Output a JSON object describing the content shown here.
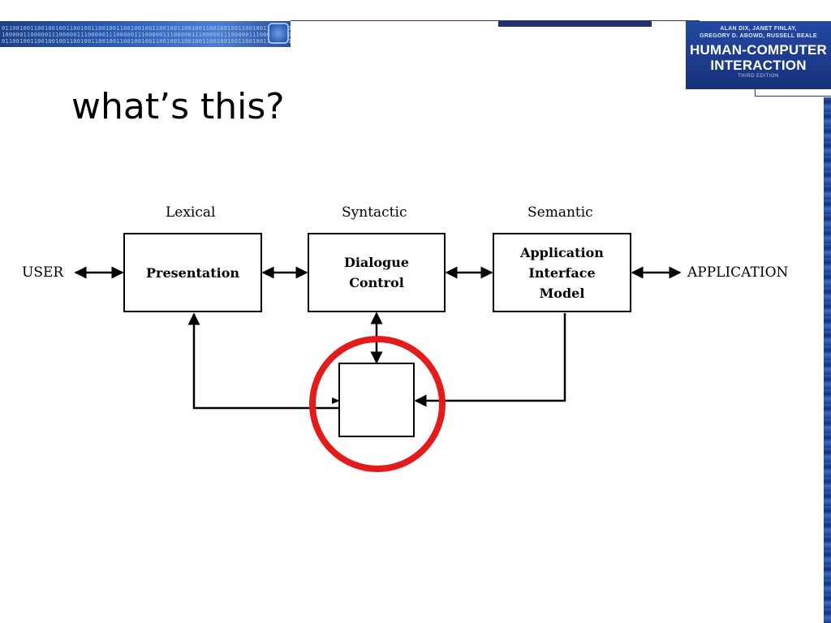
{
  "slide": {
    "title": "what’s this?"
  },
  "header": {
    "binary_text": "01100100110010010011001001100100110010010011001001100100110010010011001001100100110010010011001001",
    "binary_text_2": "10000011000001110000011100000111000001110000011100000111000001110000011100000111000001110000011"
  },
  "book": {
    "authors_line1": "ALAN DIX, JANET FINLAY,",
    "authors_line2": "GREGORY D. ABOWD, RUSSELL BEALE",
    "title_line1": "HUMAN-COMPUTER",
    "title_line2": "INTERACTION",
    "edition": "THIRD EDITION"
  },
  "diagram": {
    "layer_labels": {
      "lexical": "Lexical",
      "syntactic": "Syntactic",
      "semantic": "Semantic"
    },
    "endpoints": {
      "user": "USER",
      "application": "APPLICATION"
    },
    "boxes": {
      "presentation": "Presentation",
      "dialogue": "Dialogue\nControl",
      "application_model": "Application\nInterface\nModel",
      "unknown": ""
    }
  },
  "colors": {
    "highlight_circle": "#e41b1b",
    "banner_blue": "#1d3f86",
    "stripe_blue": "#27368a"
  }
}
